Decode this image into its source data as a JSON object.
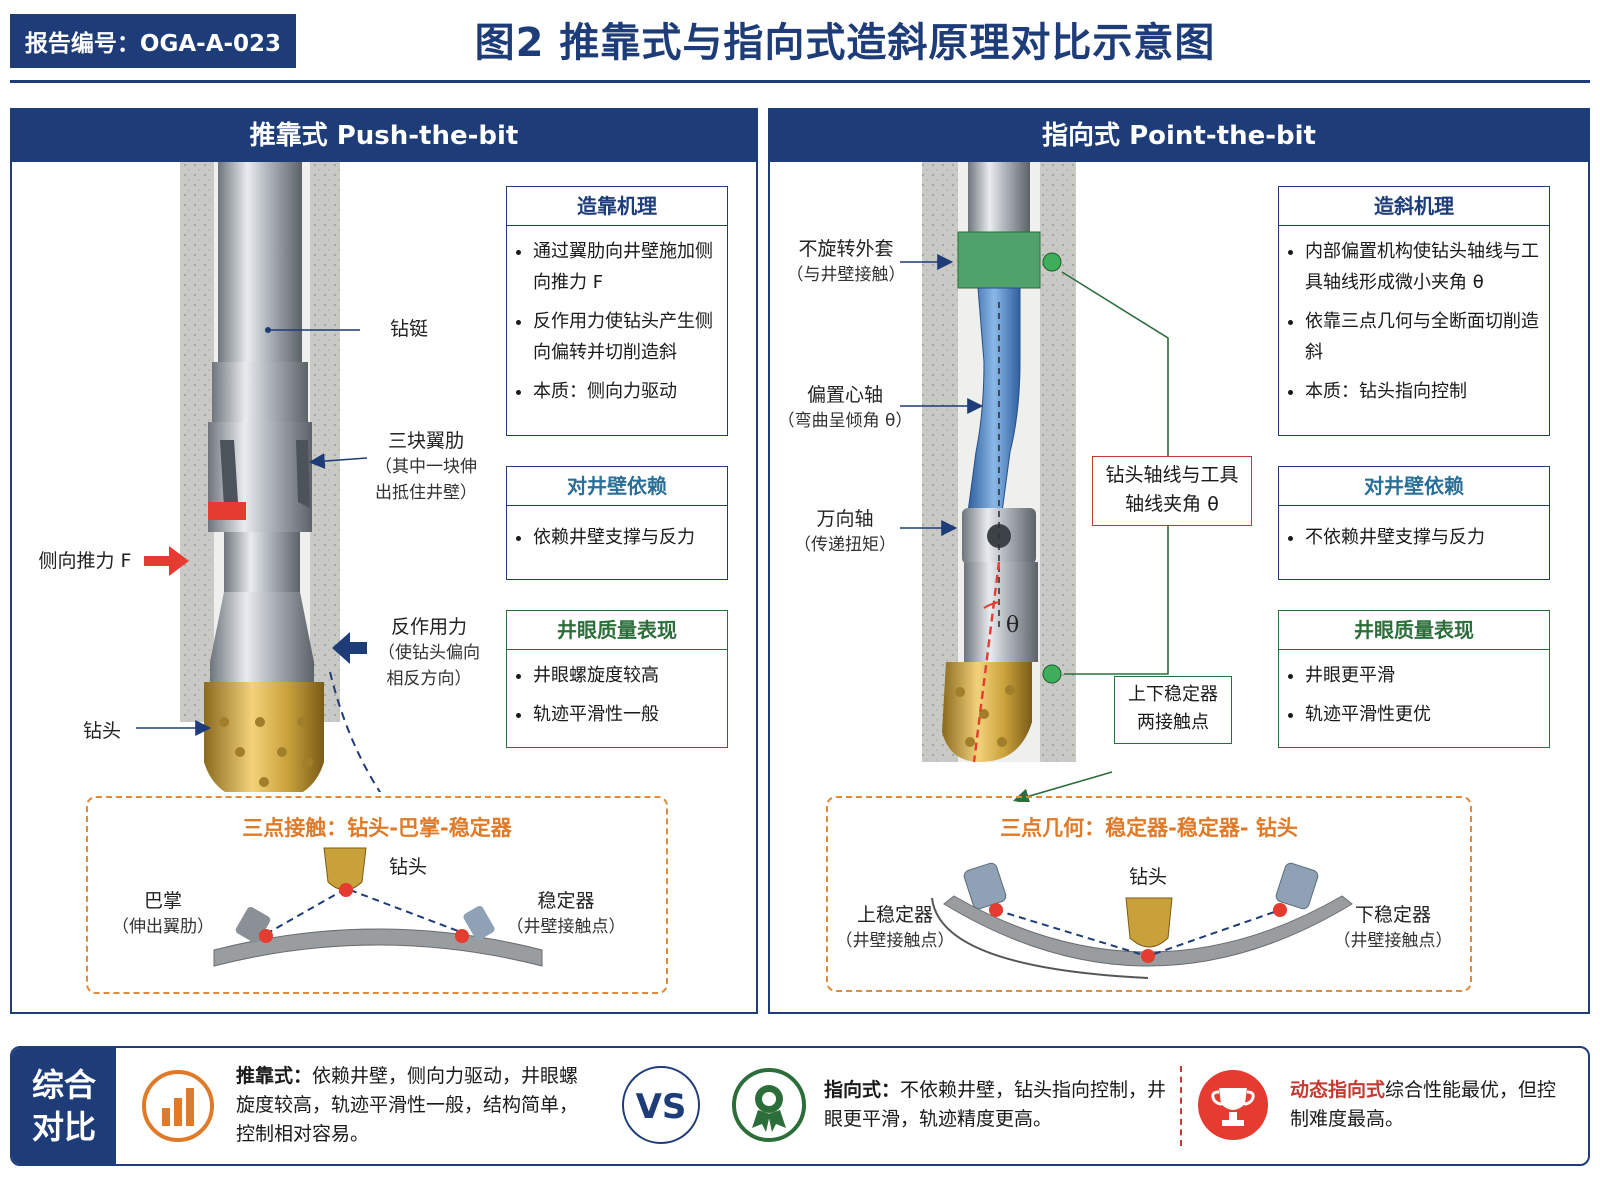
{
  "header": {
    "report_id": "报告编号：OGA-A-023",
    "title": "图2 推靠式与指向式造斜原理对比示意图"
  },
  "push": {
    "panel_title": "推靠式 Push-the-bit",
    "labels": {
      "drill_collar": "钻铤",
      "pads": "三块翼肋",
      "pads_sub": "（其中一块伸出抵住井壁）",
      "side_force": "侧向推力 F",
      "reaction": "反作用力",
      "reaction_sub": "（使钻头偏向相反方向）",
      "bit": "钻头"
    },
    "mechanism": {
      "title": "造靠机理",
      "items": [
        "通过翼肋向井壁施加侧向推力 F",
        "反作用力使钻头产生侧向偏转并切削造斜",
        "本质：侧向力驱动"
      ]
    },
    "wall": {
      "title": "对井壁依赖",
      "items": [
        "依赖井壁支撑与反力"
      ]
    },
    "quality": {
      "title": "井眼质量表现",
      "items": [
        "井眼螺旋度较高",
        "轨迹平滑性一般"
      ]
    },
    "contact": {
      "title": "三点接触：钻头-巴掌-稳定器",
      "bit": "钻头",
      "pad": "巴掌",
      "pad_sub": "（伸出翼肋）",
      "stab": "稳定器",
      "stab_sub": "（井壁接触点）"
    }
  },
  "point": {
    "panel_title": "指向式 Point-the-bit",
    "labels": {
      "sleeve": "不旋转外套",
      "sleeve_sub": "（与井壁接触）",
      "offset_shaft": "偏置心轴",
      "offset_sub": "（弯曲呈倾角 θ）",
      "ujoint": "万向轴",
      "ujoint_sub": "（传递扭矩）",
      "theta": "θ",
      "axis_angle": "钻头轴线与工具轴线夹角 θ",
      "stabilizers": "上下稳定器两接触点"
    },
    "mechanism": {
      "title": "造斜机理",
      "items": [
        "内部偏置机构使钻头轴线与工具轴线形成微小夹角 θ",
        "依靠三点几何与全断面切削造斜",
        "本质：钻头指向控制"
      ]
    },
    "wall": {
      "title": "对井壁依赖",
      "items": [
        "不依赖井壁支撑与反力"
      ]
    },
    "quality": {
      "title": "井眼质量表现",
      "items": [
        "井眼更平滑",
        "轨迹平滑性更优"
      ]
    },
    "geometry": {
      "title": "三点几何：稳定器-稳定器- 钻头",
      "bit": "钻头",
      "upper": "上稳定器",
      "upper_sub": "（井壁接触点）",
      "lower": "下稳定器",
      "lower_sub": "（井壁接触点）"
    }
  },
  "summary": {
    "label_line1": "综合",
    "label_line2": "对比",
    "push_name": "推靠式：",
    "push_text": "依赖井壁，侧向力驱动，井眼螺旋度较高，轨迹平滑性一般，结构简单，控制相对容易。",
    "vs": "VS",
    "point_name": "指向式：",
    "point_text": "不依赖井壁，钻头指向控制，井眼更平滑，轨迹精度更高。",
    "dynamic_name": "动态指向式",
    "dynamic_text": "综合性能最优，但控制难度最高。"
  },
  "colors": {
    "navy": "#1d3c78",
    "green": "#2c6e3a",
    "orange": "#e07a28",
    "red": "#c23b32",
    "gold": "#c9a13a"
  }
}
